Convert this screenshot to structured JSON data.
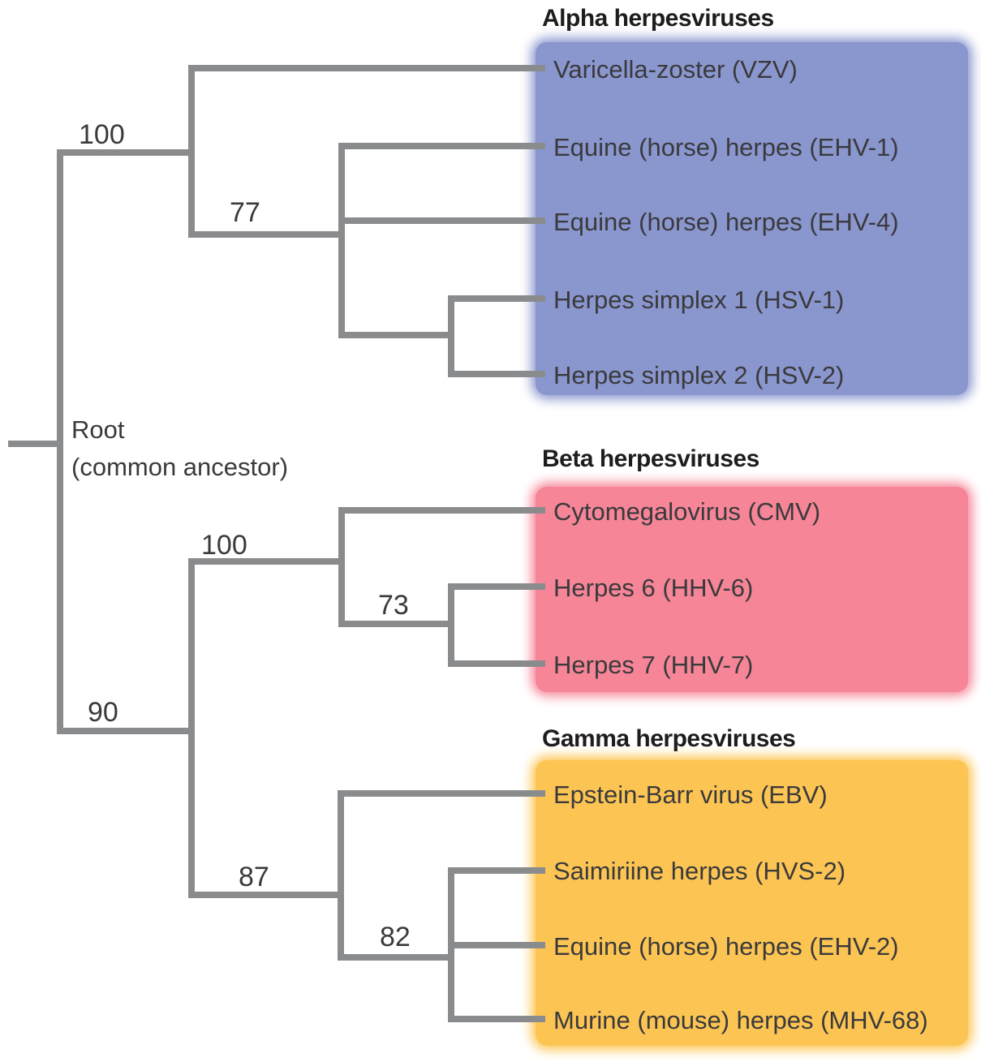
{
  "diagram": {
    "type": "phylogenetic-tree",
    "root": {
      "label": "Root",
      "sublabel": "(common ancestor)"
    },
    "support_values": {
      "alpha_clade": "100",
      "alpha_inner": "77",
      "beta_gamma_clade": "90",
      "beta_clade": "100",
      "beta_inner": "73",
      "gamma_clade": "87",
      "gamma_inner": "82"
    },
    "groups": [
      {
        "name": "Alpha herpesviruses",
        "box_color": "#8a96ce",
        "leaves": [
          "Varicella-zoster (VZV)",
          "Equine (horse) herpes (EHV-1)",
          "Equine (horse) herpes (EHV-4)",
          "Herpes simplex 1 (HSV-1)",
          "Herpes simplex 2 (HSV-2)"
        ]
      },
      {
        "name": "Beta herpesviruses",
        "box_color": "#f58597",
        "leaves": [
          "Cytomegalovirus (CMV)",
          "Herpes 6 (HHV-6)",
          "Herpes 7 (HHV-7)"
        ]
      },
      {
        "name": "Gamma herpesviruses",
        "box_color": "#fcc553",
        "leaves": [
          "Epstein-Barr virus (EBV)",
          "Saimiriine herpes (HVS-2)",
          "Equine (horse) herpes (EHV-2)",
          "Murine (mouse) herpes (MHV-68)"
        ]
      }
    ],
    "colors": {
      "line": "#8a8b8d",
      "text": "#3a3a3c",
      "heading": "#1f1c1d"
    }
  }
}
